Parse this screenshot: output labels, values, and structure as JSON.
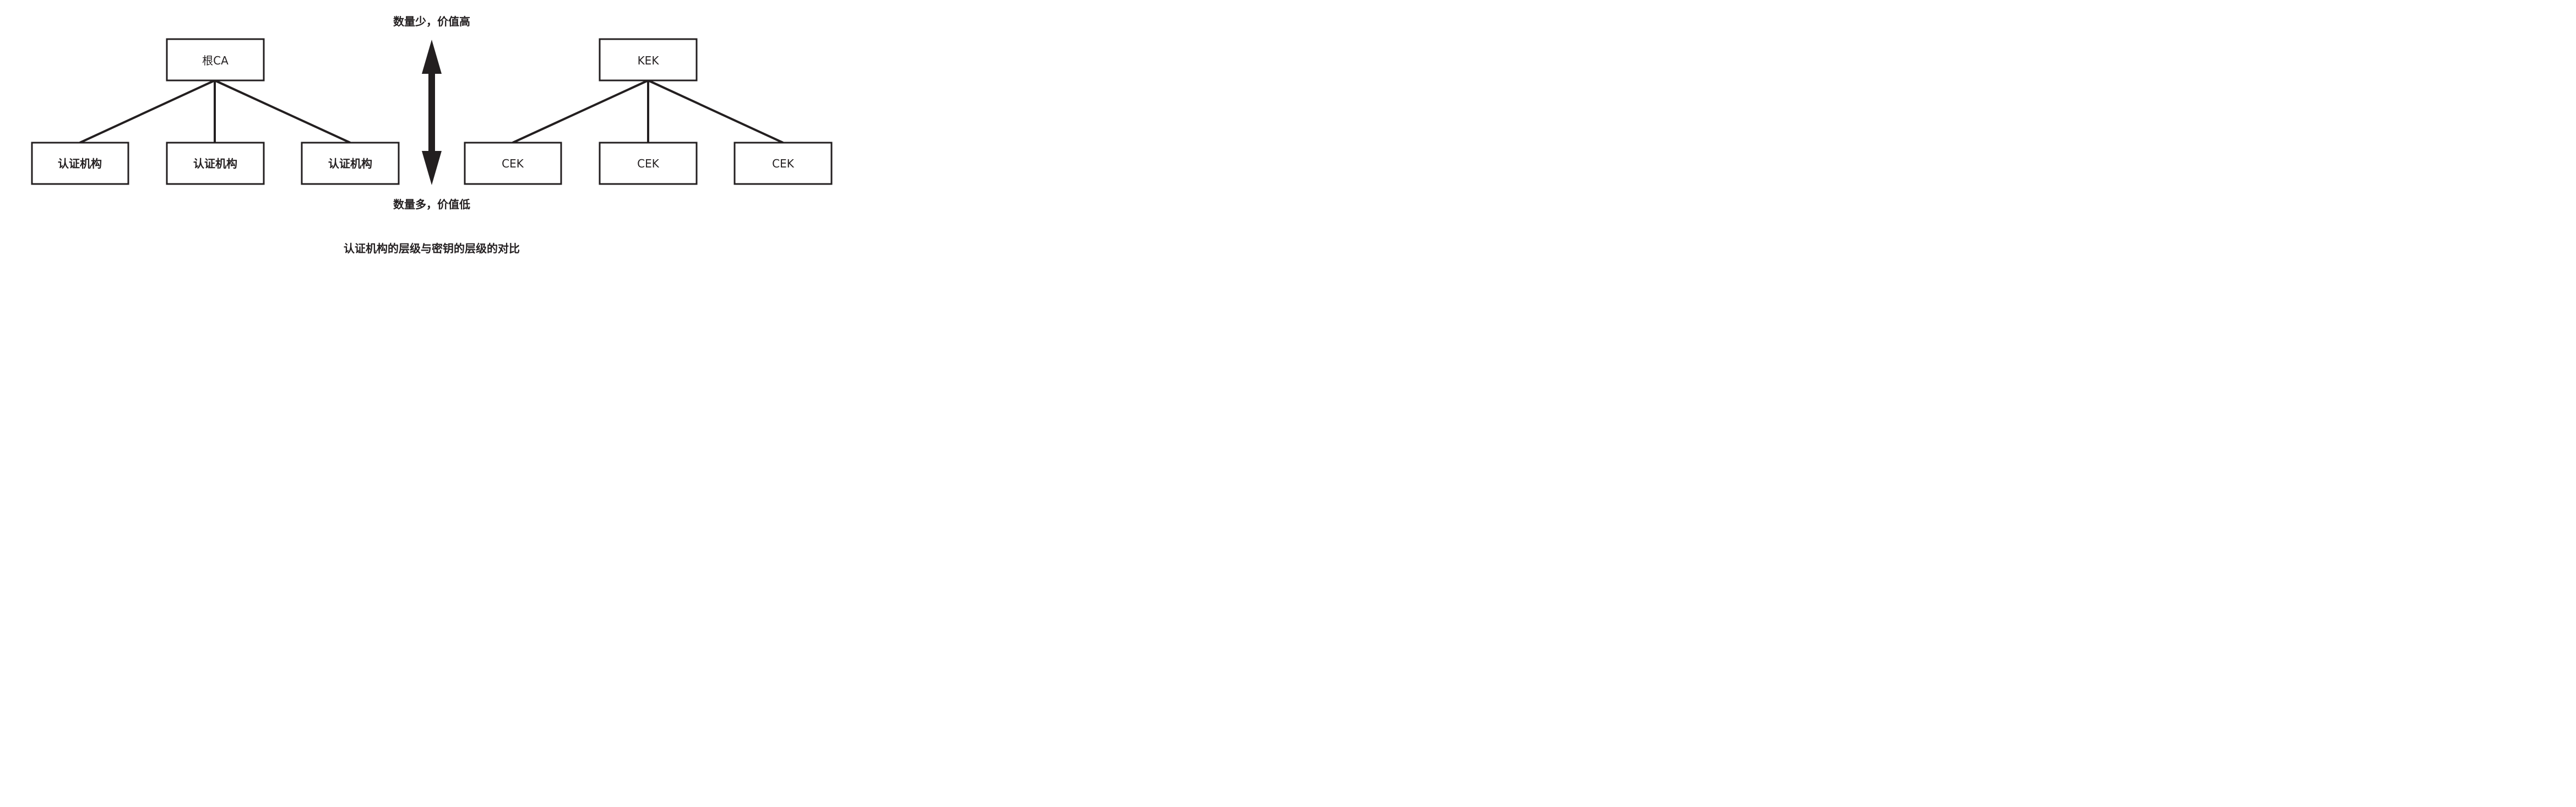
{
  "left_tree": {
    "root": "根CA",
    "children": [
      "认证机构",
      "认证机构",
      "认证机构"
    ]
  },
  "right_tree": {
    "root": "KEK",
    "children": [
      "CEK",
      "CEK",
      "CEK"
    ]
  },
  "arrow": {
    "top_label": "数量少，价值高",
    "bottom_label": "数量多，价值低"
  },
  "caption": "认证机构的层级与密钥的层级的对比",
  "colors": {
    "ink": "#231f20",
    "background": "#ffffff"
  }
}
